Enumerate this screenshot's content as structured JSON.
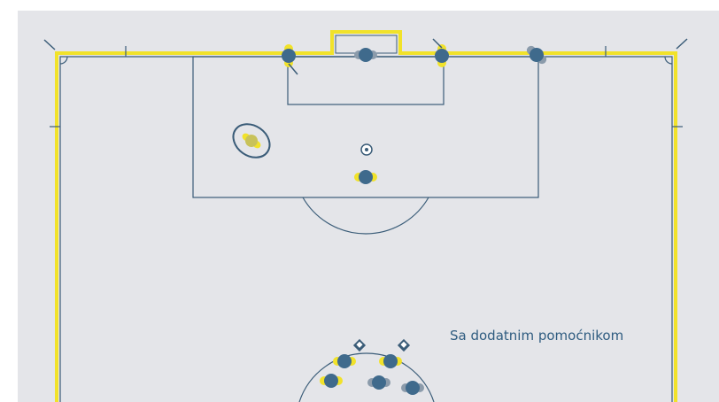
{
  "caption": "Sa dodatnim pomoćnikom",
  "colors": {
    "background": "#e4e5e9",
    "boundary": "#f1e22a",
    "line": "#3a5c78",
    "player_body": "#3f6a8c",
    "shoulder_yellow": "#f1e22a",
    "ball": "#ffffff"
  },
  "icons": [
    "referee-figure",
    "assistant-referee-figure",
    "player-figure",
    "ball-icon",
    "flag-icon"
  ]
}
